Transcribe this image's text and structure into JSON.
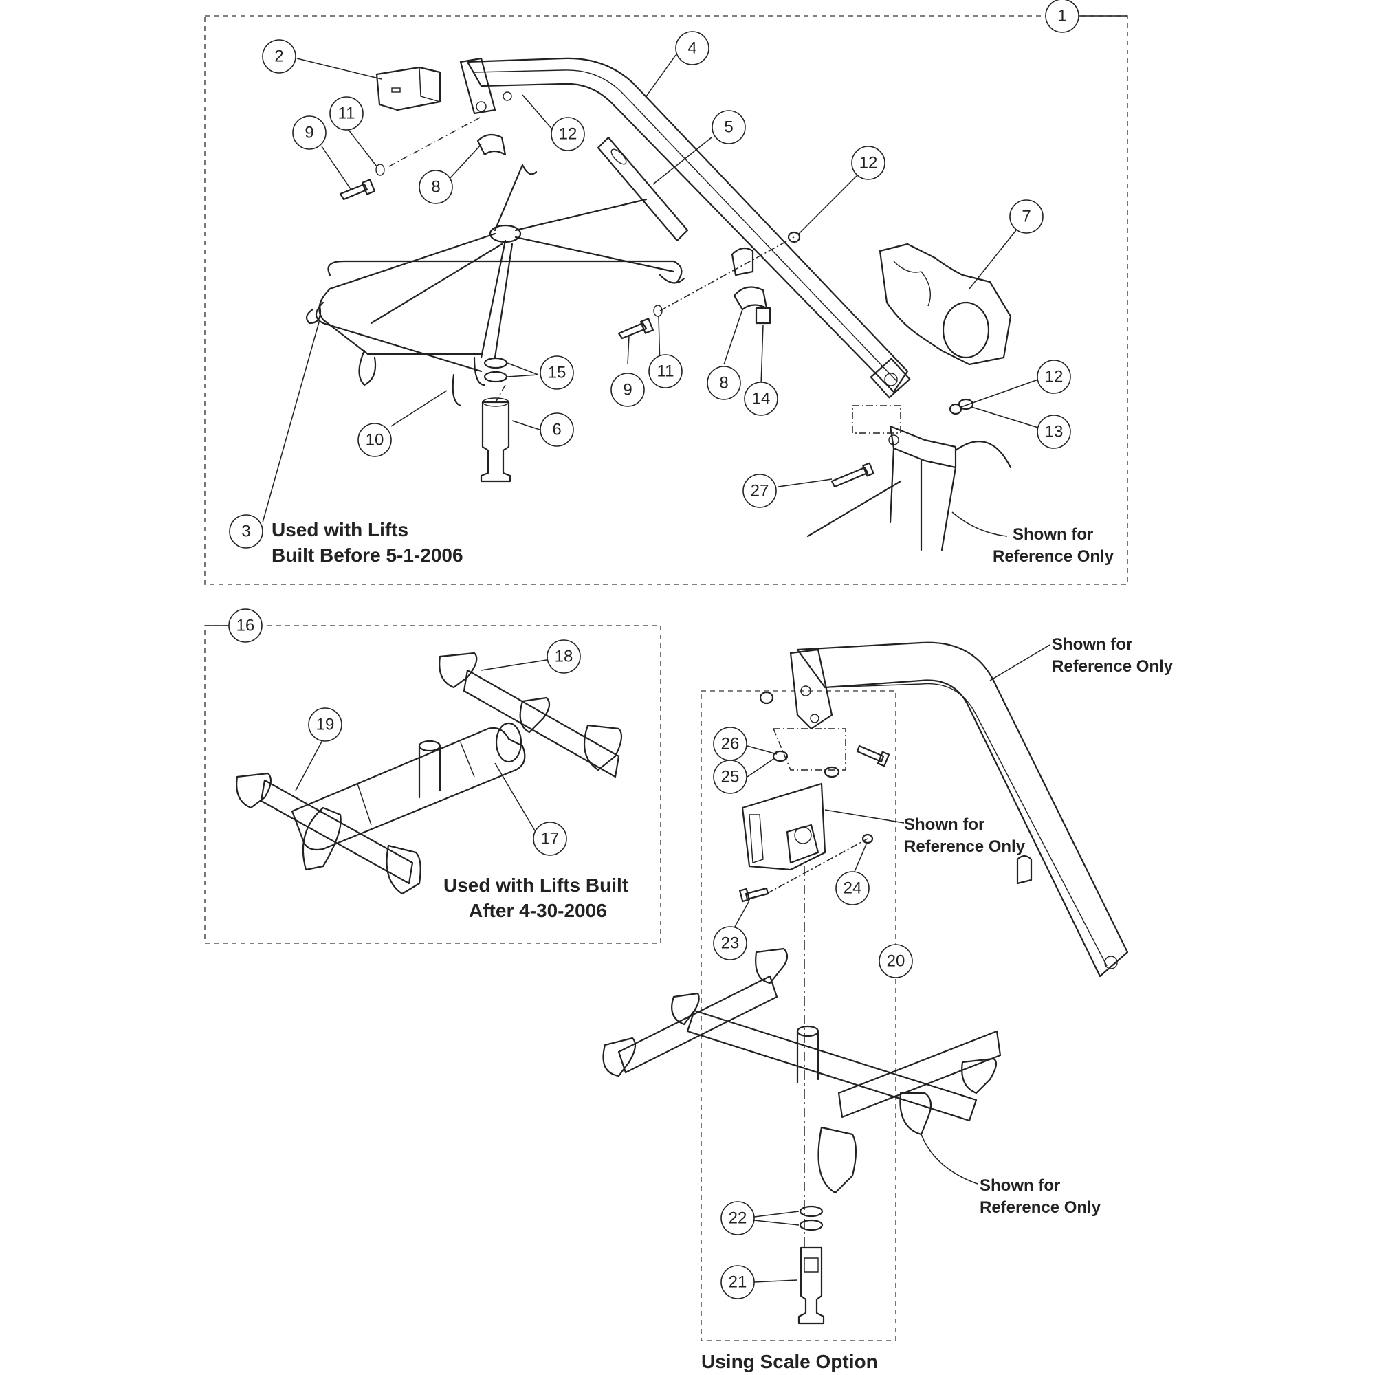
{
  "callouts": {
    "c1": "1",
    "c2": "2",
    "c3": "3",
    "c4": "4",
    "c5": "5",
    "c6": "6",
    "c7": "7",
    "c8a": "8",
    "c8b": "8",
    "c9a": "9",
    "c9b": "9",
    "c10": "10",
    "c11a": "11",
    "c11b": "11",
    "c12a": "12",
    "c12b": "12",
    "c12c": "12",
    "c13": "13",
    "c14": "14",
    "c15": "15",
    "c16": "16",
    "c17": "17",
    "c18": "18",
    "c19": "19",
    "c20": "20",
    "c21": "21",
    "c22": "22",
    "c23": "23",
    "c24": "24",
    "c25": "25",
    "c26": "26",
    "c27": "27"
  },
  "notes": {
    "before_line1": "Used with Lifts",
    "before_line2": "Built Before 5-1-2006",
    "after_line1": "Used with Lifts Built",
    "after_line2": "After 4-30-2006",
    "scale_option": "Using Scale Option",
    "ref_a_line1": "Shown for",
    "ref_a_line2": "Reference Only",
    "ref_b_line1": "Shown for",
    "ref_b_line2": "Reference Only",
    "ref_c_line1": "Shown for",
    "ref_c_line2": "Reference Only",
    "ref_d_line1": "Shown for",
    "ref_d_line2": "Reference Only"
  }
}
